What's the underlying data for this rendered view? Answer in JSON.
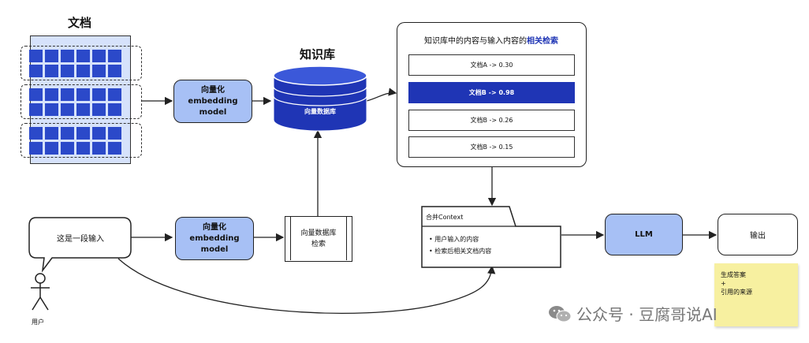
{
  "docs_title": "文档",
  "kb_title": "知识库",
  "db_label": "向量数据库",
  "embed_top": {
    "line1": "向量化",
    "line2": "embedding",
    "line3": "model"
  },
  "embed_bottom": {
    "line1": "向量化",
    "line2": "embedding",
    "line3": "model"
  },
  "retrieval": {
    "title_plain": "知识库中的内容与输入内容的",
    "title_highlight": "相关检索",
    "highlight_color": "#1f35b5"
  },
  "results": [
    {
      "label": "文档A -> 0.30",
      "highlighted": false
    },
    {
      "label": "文档B -> 0.98",
      "highlighted": true
    },
    {
      "label": "文档B -> 0.26",
      "highlighted": false
    },
    {
      "label": "文档B -> 0.15",
      "highlighted": false
    }
  ],
  "user_input": "这是一段输入",
  "user_label": "用户",
  "search_box": {
    "line1": "向量数据库",
    "line2": "检索"
  },
  "context": {
    "title": "合并Context",
    "items": [
      "用户输入的内容",
      "检索后相关文档内容"
    ]
  },
  "llm": "LLM",
  "output": "输出",
  "note": {
    "line1": "生成答案",
    "line2": "+",
    "line3": "引用的来源"
  },
  "watermark": "公众号 · 豆腐哥说AI",
  "colors": {
    "accent_blue": "#2b49c9",
    "light_blue": "#a7c0f5",
    "note_yellow": "#f7f0a0"
  }
}
